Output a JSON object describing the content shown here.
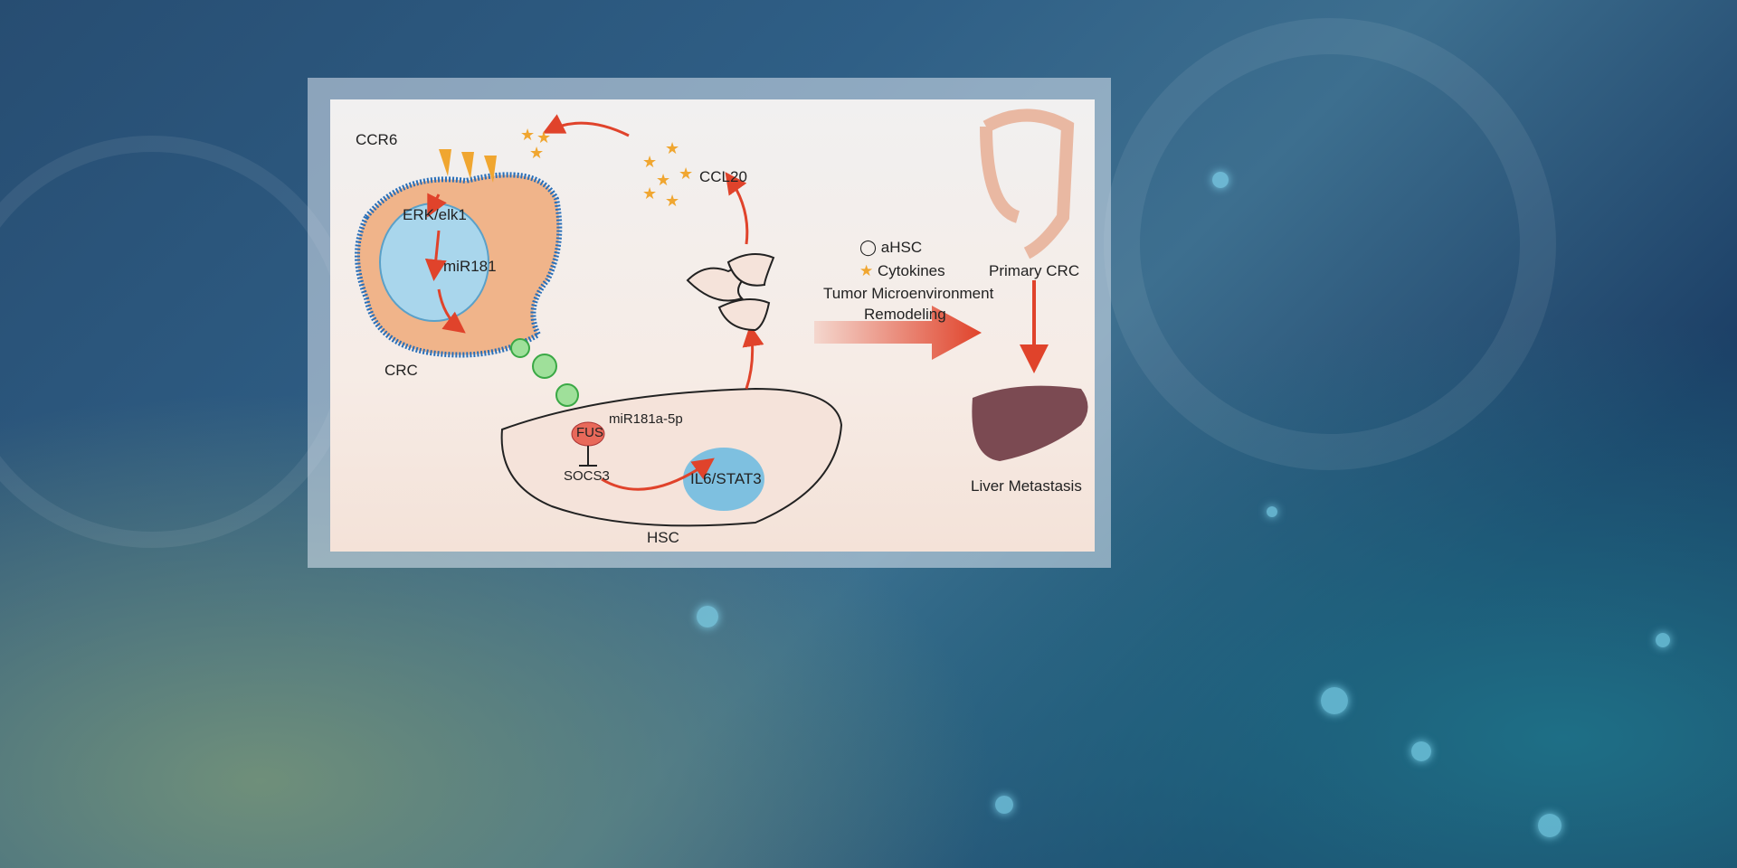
{
  "diagram": {
    "ccr6": "CCR6",
    "erk": "ERK/elk1",
    "mir181": "miR181",
    "crc": "CRC",
    "ccl20": "CCL20",
    "mir181a": "miR181a-5p",
    "fus": "FUS",
    "socs3": "SOCS3",
    "il6": "IL6/STAT3",
    "hsc": "HSC",
    "legend_ahsc": "aHSC",
    "legend_cytokines": "Cytokines",
    "tme_line1": "Tumor Microenvironment",
    "tme_line2": "Remodeling",
    "primary": "Primary CRC",
    "liver": "Liver Metastasis"
  },
  "colors": {
    "arrow": "#e0432b",
    "cell": "#f0b48a",
    "nucleus": "#9fd0e8",
    "star": "#f0a630",
    "membrane": "#2a6fb8"
  }
}
